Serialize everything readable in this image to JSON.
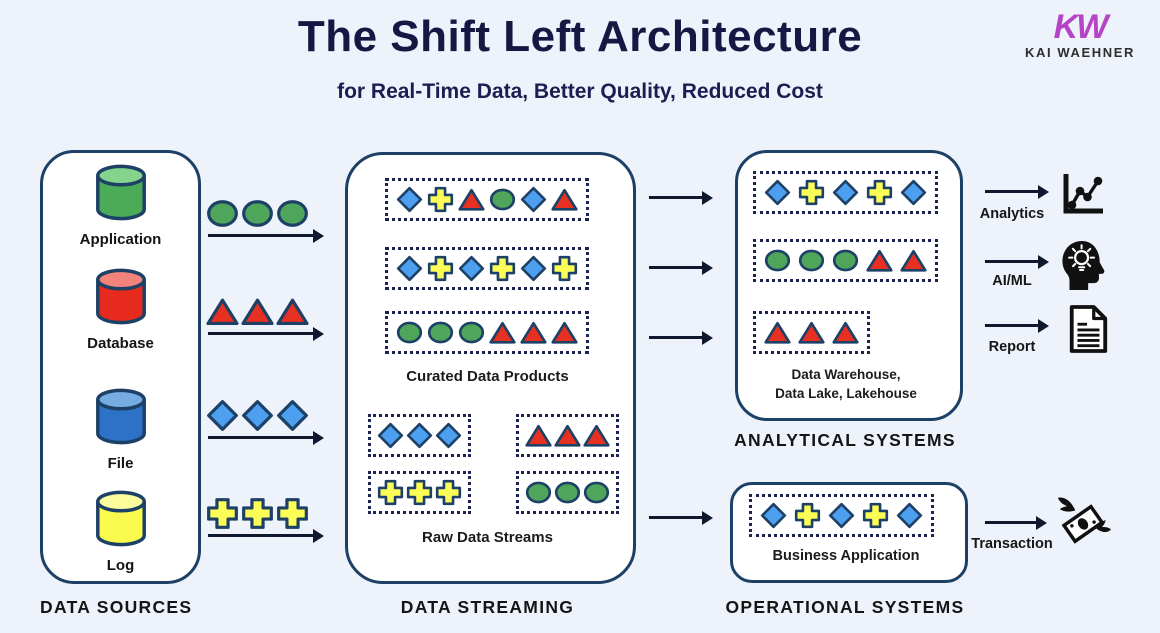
{
  "title": "The Shift Left Architecture",
  "subtitle": "for Real-Time Data, Better Quality, Reduced Cost",
  "logo": {
    "monogram": "KW",
    "name": "KAI WAEHNER"
  },
  "colors": {
    "background": "#eef2fa",
    "box_border": "#1d4066",
    "shape_outline": "#1d4066",
    "dotted_border": "#1c2350",
    "arrow": "#10182f",
    "blue": "#4da0f0",
    "yellow": "#fdfd57",
    "red": "#e63122",
    "green": "#4fa65a",
    "logo_purple": "#b544c6",
    "cylinders": {
      "green": {
        "body": "#4cab57",
        "top": "#84d48d"
      },
      "red": {
        "body": "#e62a1d",
        "top": "#f2837b"
      },
      "blue": {
        "body": "#2e72c8",
        "top": "#77ace2"
      },
      "yellow": {
        "body": "#fbfb4f",
        "top": "#fdfd9e"
      }
    }
  },
  "data_sources": {
    "label": "DATA SOURCES",
    "items": [
      {
        "name": "Application",
        "color": "green"
      },
      {
        "name": "Database",
        "color": "red"
      },
      {
        "name": "File",
        "color": "blue"
      },
      {
        "name": "Log",
        "color": "yellow"
      }
    ]
  },
  "flows": [
    {
      "shapes": [
        "circle",
        "circle",
        "circle"
      ]
    },
    {
      "shapes": [
        "triangle",
        "triangle",
        "triangle"
      ]
    },
    {
      "shapes": [
        "diamond",
        "diamond",
        "diamond"
      ]
    },
    {
      "shapes": [
        "plus",
        "plus",
        "plus"
      ]
    }
  ],
  "data_streaming": {
    "label": "DATA STREAMING",
    "curated": {
      "caption": "Curated Data Products",
      "rows": [
        [
          "diamond",
          "plus",
          "triangle",
          "circle",
          "diamond",
          "triangle"
        ],
        [
          "diamond",
          "plus",
          "diamond",
          "plus",
          "diamond",
          "plus"
        ],
        [
          "circle",
          "circle",
          "circle",
          "triangle",
          "triangle",
          "triangle"
        ]
      ]
    },
    "raw": {
      "caption": "Raw Data Streams",
      "rows": [
        [
          "diamond",
          "diamond",
          "diamond"
        ],
        [
          "triangle",
          "triangle",
          "triangle"
        ],
        [
          "plus",
          "plus",
          "plus"
        ],
        [
          "circle",
          "circle",
          "circle"
        ]
      ]
    }
  },
  "analytical": {
    "label": "ANALYTICAL SYSTEMS",
    "caption_line1": "Data Warehouse,",
    "caption_line2": "Data Lake, Lakehouse",
    "rows": [
      [
        "diamond",
        "plus",
        "diamond",
        "plus",
        "diamond"
      ],
      [
        "circle",
        "circle",
        "circle",
        "triangle",
        "triangle"
      ],
      [
        "triangle",
        "triangle",
        "triangle"
      ]
    ]
  },
  "operational": {
    "label": "OPERATIONAL SYSTEMS",
    "caption": "Business Application",
    "rows": [
      [
        "diamond",
        "plus",
        "diamond",
        "plus",
        "diamond"
      ]
    ]
  },
  "outputs": [
    {
      "label": "Analytics",
      "icon": "line-chart-icon"
    },
    {
      "label": "AI/ML",
      "icon": "head-lightbulb-icon"
    },
    {
      "label": "Report",
      "icon": "document-icon"
    },
    {
      "label": "Transaction",
      "icon": "flying-money-icon"
    }
  ]
}
